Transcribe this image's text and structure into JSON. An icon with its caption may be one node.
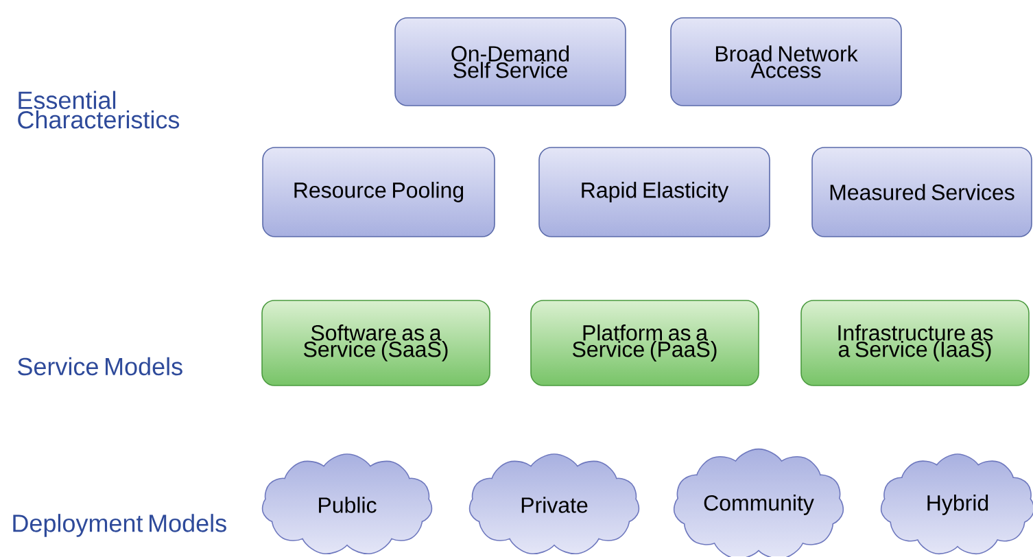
{
  "diagram": {
    "nodes": [
      {
        "text": [
          "On-Demand Self Service"
        ]
      },
      {
        "text": [
          "Broad Network Access"
        ]
      },
      {
        "text": [
          "Resource Pooling"
        ]
      },
      {
        "text": [
          "Rapid Elasticity"
        ]
      },
      {
        "text": [
          "Measured Services"
        ]
      },
      {
        "text": [
          "Software as a Service (SaaS)"
        ]
      },
      {
        "text": [
          "Platform as a Service (PaaS)"
        ]
      },
      {
        "text": [
          "Infrastructure as a Service (IaaS)"
        ]
      },
      {
        "text": [
          "Public"
        ]
      },
      {
        "text": [
          "Private"
        ]
      },
      {
        "text": [
          "Community"
        ]
      },
      {
        "text": [
          "Hybrid"
        ]
      }
    ],
    "labels": [
      "Essential Characteristics",
      "Service Models",
      "Deployment Models"
    ]
  }
}
